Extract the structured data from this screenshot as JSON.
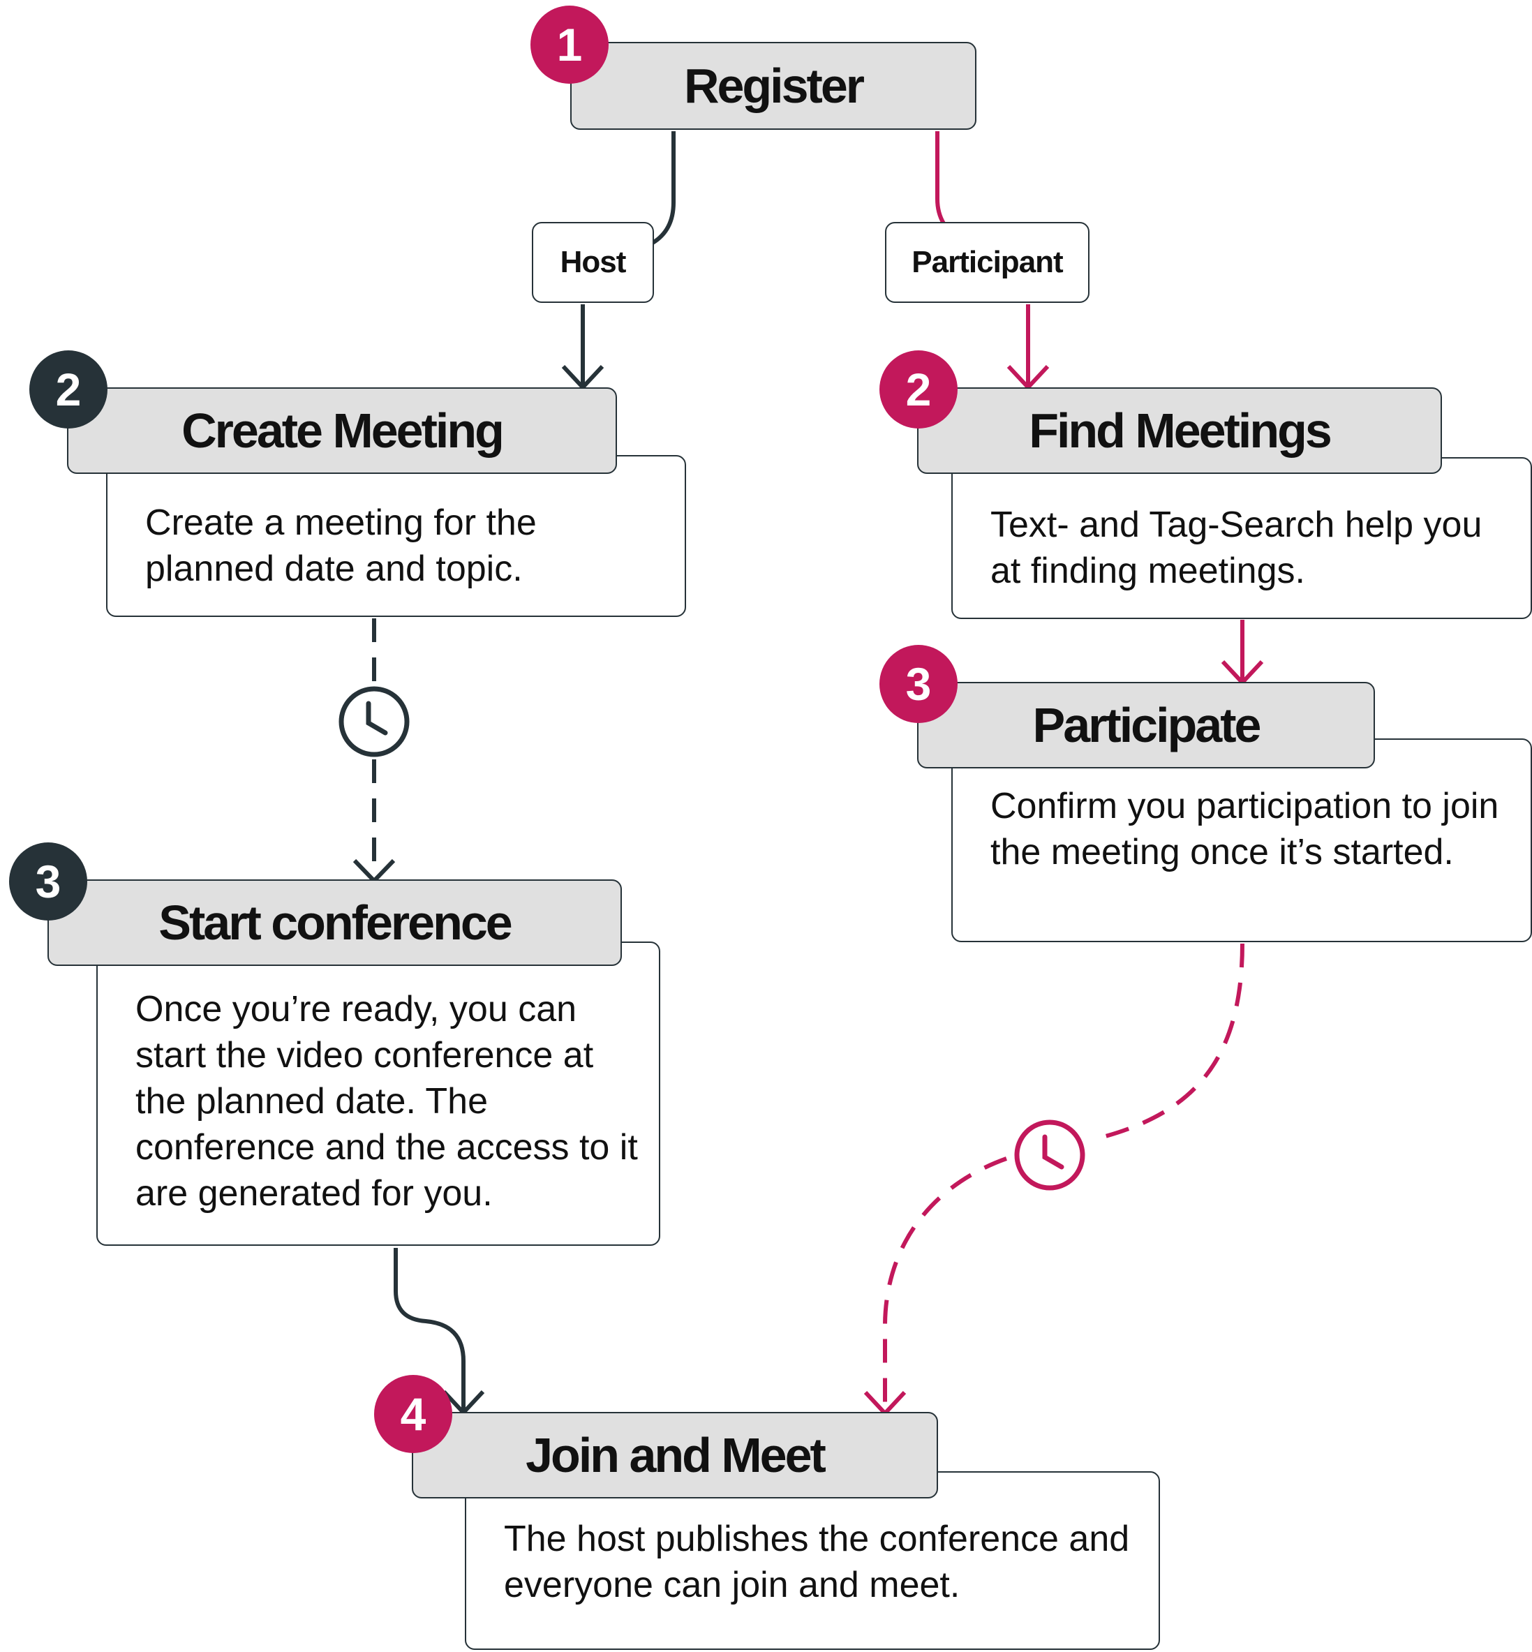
{
  "colors": {
    "host": "#263238",
    "participant": "#c2185b",
    "title_fill": "#e0e0e0"
  },
  "roles": {
    "host": "Host",
    "participant": "Participant"
  },
  "steps": {
    "register": {
      "number": "1",
      "title": "Register"
    },
    "create_meeting": {
      "number": "2",
      "title": "Create Meeting",
      "description": "Create a meeting for the planned date and topic."
    },
    "find_meetings": {
      "number": "2",
      "title": "Find Meetings",
      "description": "Text- and Tag-Search help you at finding meetings."
    },
    "participate": {
      "number": "3",
      "title": "Participate",
      "description": "Confirm you participation to join the meeting once it’s started."
    },
    "start_conference": {
      "number": "3",
      "title": "Start conference",
      "description": "Once you’re ready, you can start the video conference at the planned date. The conference and the access to it are generated for you."
    },
    "join_and_meet": {
      "number": "4",
      "title": "Join and Meet",
      "description": "The host publishes the conference and everyone can join and meet."
    }
  },
  "icons": {
    "wait": "clock-icon"
  }
}
